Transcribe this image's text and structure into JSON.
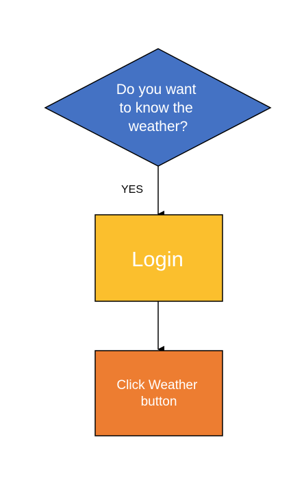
{
  "diagram": {
    "decision": {
      "lines": [
        "Do you want",
        "to know the",
        "weather?"
      ],
      "fill": "#4472C4",
      "stroke": "#000000"
    },
    "edge_yes": {
      "label": "YES"
    },
    "login": {
      "label": "Login",
      "fill": "#FBBF2D",
      "stroke": "#000000"
    },
    "weather_button": {
      "lines": [
        "Click Weather",
        "button"
      ],
      "fill": "#ED7D31",
      "stroke": "#000000"
    }
  }
}
